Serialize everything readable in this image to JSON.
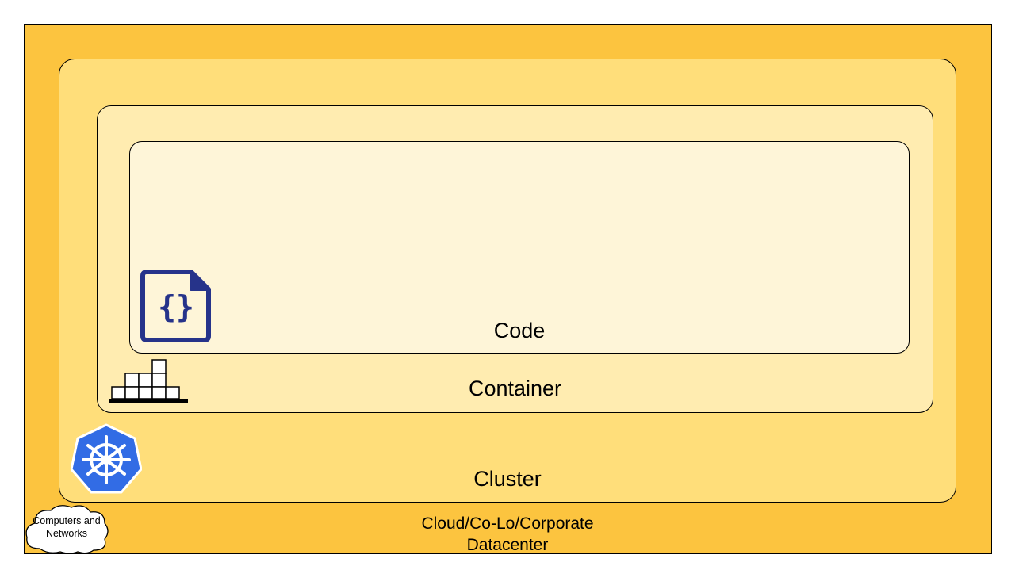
{
  "colors": {
    "outer_fill": "#FCC43F",
    "cluster_fill": "#FFDE7A",
    "container_fill": "#FFECB0",
    "code_fill": "#FEF5D8",
    "code_icon": "#26338A",
    "kubernetes_blue": "#326CE5"
  },
  "layers": {
    "code": {
      "label": "Code",
      "icon": "code-file-icon"
    },
    "container": {
      "label": "Container",
      "icon": "container-stack-icon"
    },
    "cluster": {
      "label": "Cluster",
      "icon": "kubernetes-helm-icon"
    },
    "datacenter": {
      "label_line1": "Cloud/Co-Lo/Corporate",
      "label_line2": "Datacenter",
      "cloud_line1": "Computers and",
      "cloud_line2": "Networks",
      "icon": "cloud-icon"
    }
  }
}
